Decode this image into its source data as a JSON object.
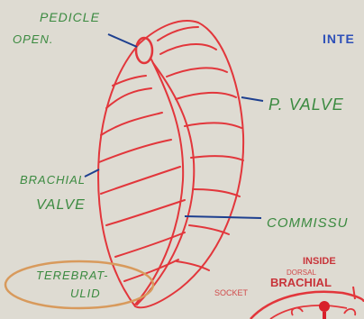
{
  "labels": {
    "pedicle_line1": "PEDICLE",
    "pedicle_line2": "OPEN.",
    "inter": "INTE",
    "p_valve": "P. VALVE",
    "brachial_line1": "BRACHIAL",
    "brachial_line2": "VALVE",
    "commissure": "COMMISSU",
    "terebrat_line1": "TEREBRAT-",
    "terebrat_line2": "ULID",
    "inside": "INSIDE",
    "dorsal": "DORSAL",
    "brachial_small": "BRACHIAL",
    "socket": "SOCKET"
  },
  "colors": {
    "board": "#dedbd2",
    "shell_line": "#e2363b",
    "label_green": "#3b8a40",
    "label_blue": "#2d4fb8",
    "pointer_blue": "#1d3f8f",
    "ellipse_orange": "#d89a5c"
  }
}
